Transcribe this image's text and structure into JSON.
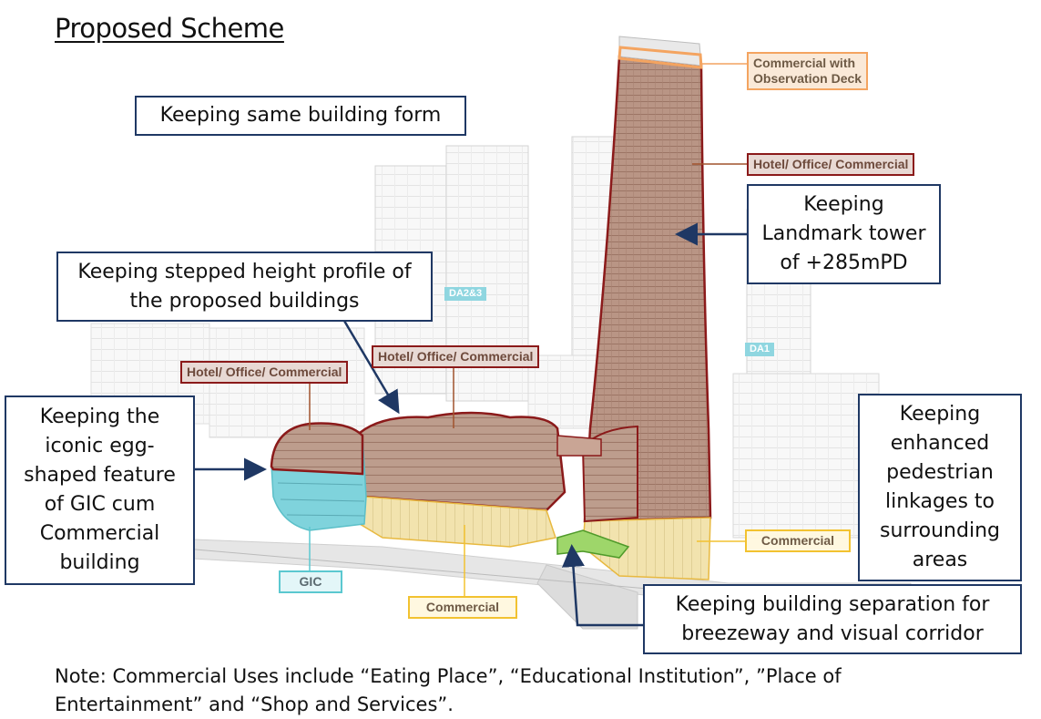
{
  "title": "Proposed Scheme",
  "callouts": {
    "building_form": "Keeping same building form",
    "landmark": [
      "Keeping",
      "Landmark tower",
      "of +285mPD"
    ],
    "stepped": [
      "Keeping stepped height profile of",
      "the proposed buildings"
    ],
    "egg": [
      "Keeping the",
      "iconic egg-",
      "shaped feature",
      "of GIC cum",
      "Commercial",
      "building"
    ],
    "pedestrian": [
      "Keeping",
      "enhanced",
      "pedestrian",
      "linkages to",
      "surrounding",
      "areas"
    ],
    "separation": [
      "Keeping building separation for",
      "breezeway and visual corridor"
    ]
  },
  "tags": {
    "observation": [
      "Commercial with",
      "Observation Deck"
    ],
    "hotel_tower": "Hotel/ Office/ Commercial",
    "hotel_mid": "Hotel/ Office/ Commercial",
    "hotel_left": "Hotel/ Office/ Commercial",
    "commercial_right": "Commercial",
    "commercial_bottom": "Commercial",
    "gic": "GIC",
    "da23": "DA2&3",
    "da1": "DA1"
  },
  "note": "Note: Commercial Uses include “Eating Place”, “Educational Institution”, ”Place of Entertainment” and “Shop and Services”.",
  "colors": {
    "callout_border": "#1f3864",
    "arrow": "#1f3864",
    "tower_fill": "#b99585",
    "tower_outline": "#8b1a1a",
    "podium_commercial": "#f2e3a8",
    "gic_fill": "#7fd3dc",
    "green_link": "#7cc04a",
    "observation_band": "#f4a460"
  }
}
